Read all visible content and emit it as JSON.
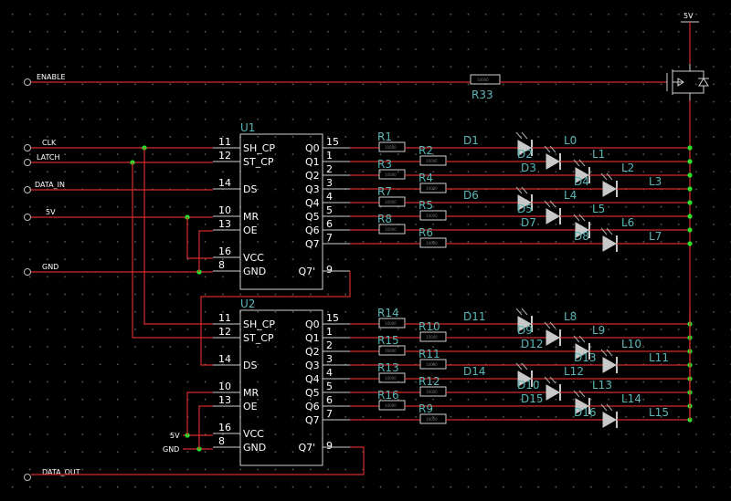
{
  "ports": [
    {
      "id": "enable",
      "label": "ENABLE"
    },
    {
      "id": "clk",
      "label": "CLK"
    },
    {
      "id": "latch",
      "label": "LATCH"
    },
    {
      "id": "data_in",
      "label": "DATA_IN"
    },
    {
      "id": "v5",
      "label": "5V"
    },
    {
      "id": "gnd",
      "label": "GND"
    },
    {
      "id": "data_out",
      "label": "DATA_OUT"
    }
  ],
  "supply": {
    "top_label": "5V",
    "u2_vcc_label": "5V",
    "u2_gnd_label": "GND"
  },
  "resistor_value_text": "10000",
  "chips": [
    {
      "name": "U1",
      "left_pins": [
        {
          "num": "11",
          "name": "SH_CP"
        },
        {
          "num": "12",
          "name": "ST_CP"
        },
        {
          "num": "14",
          "name": "DS"
        },
        {
          "num": "10",
          "name": "MR"
        },
        {
          "num": "13",
          "name": "OE"
        },
        {
          "num": "16",
          "name": "VCC"
        },
        {
          "num": "8",
          "name": "GND"
        }
      ],
      "right_pins": [
        {
          "num": "15",
          "name": "Q0"
        },
        {
          "num": "1",
          "name": "Q1"
        },
        {
          "num": "2",
          "name": "Q2"
        },
        {
          "num": "3",
          "name": "Q3"
        },
        {
          "num": "4",
          "name": "Q4"
        },
        {
          "num": "5",
          "name": "Q5"
        },
        {
          "num": "6",
          "name": "Q6"
        },
        {
          "num": "7",
          "name": "Q7"
        },
        {
          "num": "9",
          "name": "Q7'"
        }
      ]
    },
    {
      "name": "U2",
      "left_pins": [
        {
          "num": "11",
          "name": "SH_CP"
        },
        {
          "num": "12",
          "name": "ST_CP"
        },
        {
          "num": "14",
          "name": "DS"
        },
        {
          "num": "10",
          "name": "MR"
        },
        {
          "num": "13",
          "name": "OE"
        },
        {
          "num": "16",
          "name": "VCC"
        },
        {
          "num": "8",
          "name": "GND"
        }
      ],
      "right_pins": [
        {
          "num": "15",
          "name": "Q0"
        },
        {
          "num": "1",
          "name": "Q1"
        },
        {
          "num": "2",
          "name": "Q2"
        },
        {
          "num": "3",
          "name": "Q3"
        },
        {
          "num": "4",
          "name": "Q4"
        },
        {
          "num": "5",
          "name": "Q5"
        },
        {
          "num": "6",
          "name": "Q6"
        },
        {
          "num": "7",
          "name": "Q7"
        },
        {
          "num": "9",
          "name": "Q7'"
        }
      ]
    }
  ],
  "groups": [
    {
      "resistors": [
        "R1",
        "R2",
        "R3",
        "R4",
        "R7",
        "R5",
        "R8",
        "R6"
      ],
      "leds": [
        "D1",
        "D2",
        "D3",
        "D4",
        "D6",
        "D5",
        "D7",
        "D8"
      ],
      "inductors": [
        "L0",
        "L1",
        "L2",
        "L3",
        "L4",
        "L5",
        "L6",
        "L7"
      ]
    },
    {
      "resistors": [
        "R14",
        "R10",
        "R15",
        "R11",
        "R13",
        "R12",
        "R16",
        "R9"
      ],
      "leds": [
        "D11",
        "D9",
        "D12",
        "D13",
        "D14",
        "D10",
        "D15",
        "D16"
      ],
      "inductors": [
        "L8",
        "L9",
        "L10",
        "L11",
        "L12",
        "L13",
        "L14",
        "L15"
      ]
    }
  ],
  "mosfet_resistor": "R33"
}
